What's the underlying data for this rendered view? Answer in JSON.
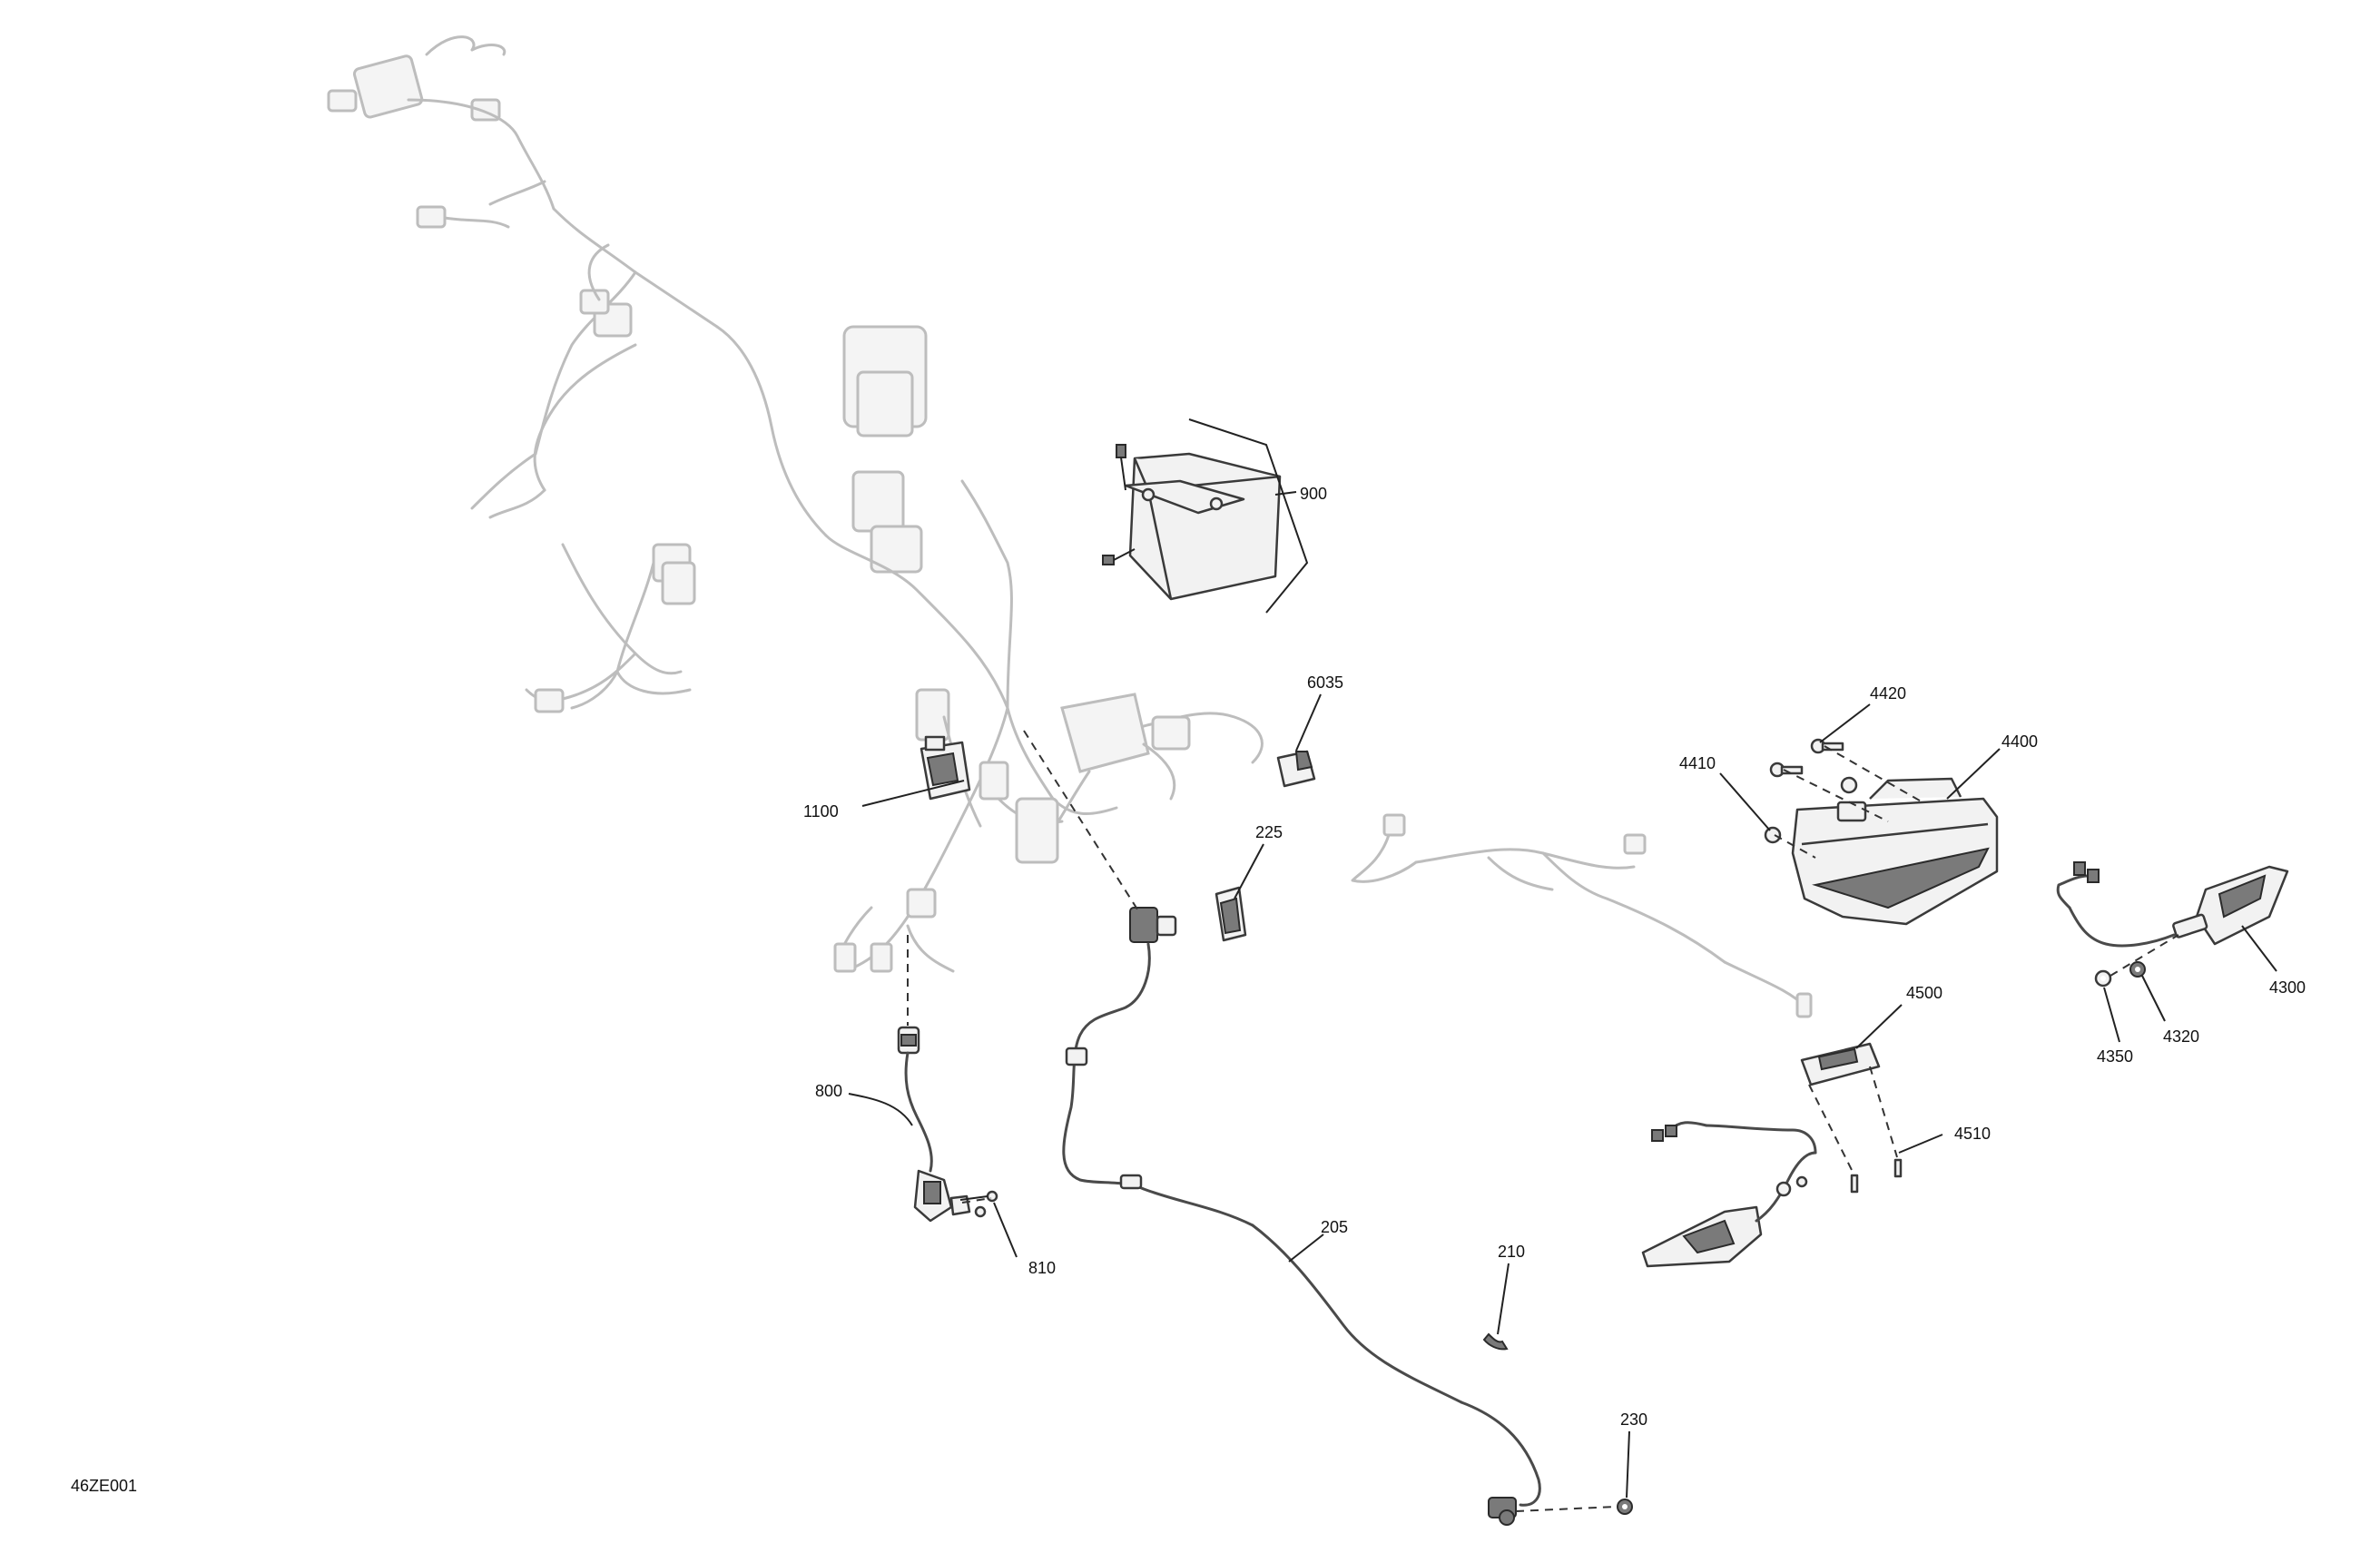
{
  "figure_code": "46ZE001",
  "callouts": [
    {
      "id": "c900",
      "label": "900"
    },
    {
      "id": "c6035",
      "label": "6035"
    },
    {
      "id": "c1100",
      "label": "1100"
    },
    {
      "id": "c225",
      "label": "225"
    },
    {
      "id": "c800",
      "label": "800"
    },
    {
      "id": "c810",
      "label": "810"
    },
    {
      "id": "c205",
      "label": "205"
    },
    {
      "id": "c210",
      "label": "210"
    },
    {
      "id": "c230",
      "label": "230"
    },
    {
      "id": "c4420",
      "label": "4420"
    },
    {
      "id": "c4410",
      "label": "4410"
    },
    {
      "id": "c4400",
      "label": "4400"
    },
    {
      "id": "c4500",
      "label": "4500"
    },
    {
      "id": "c4510",
      "label": "4510"
    },
    {
      "id": "c4300",
      "label": "4300"
    },
    {
      "id": "c4320",
      "label": "4320"
    },
    {
      "id": "c4350",
      "label": "4350"
    }
  ]
}
